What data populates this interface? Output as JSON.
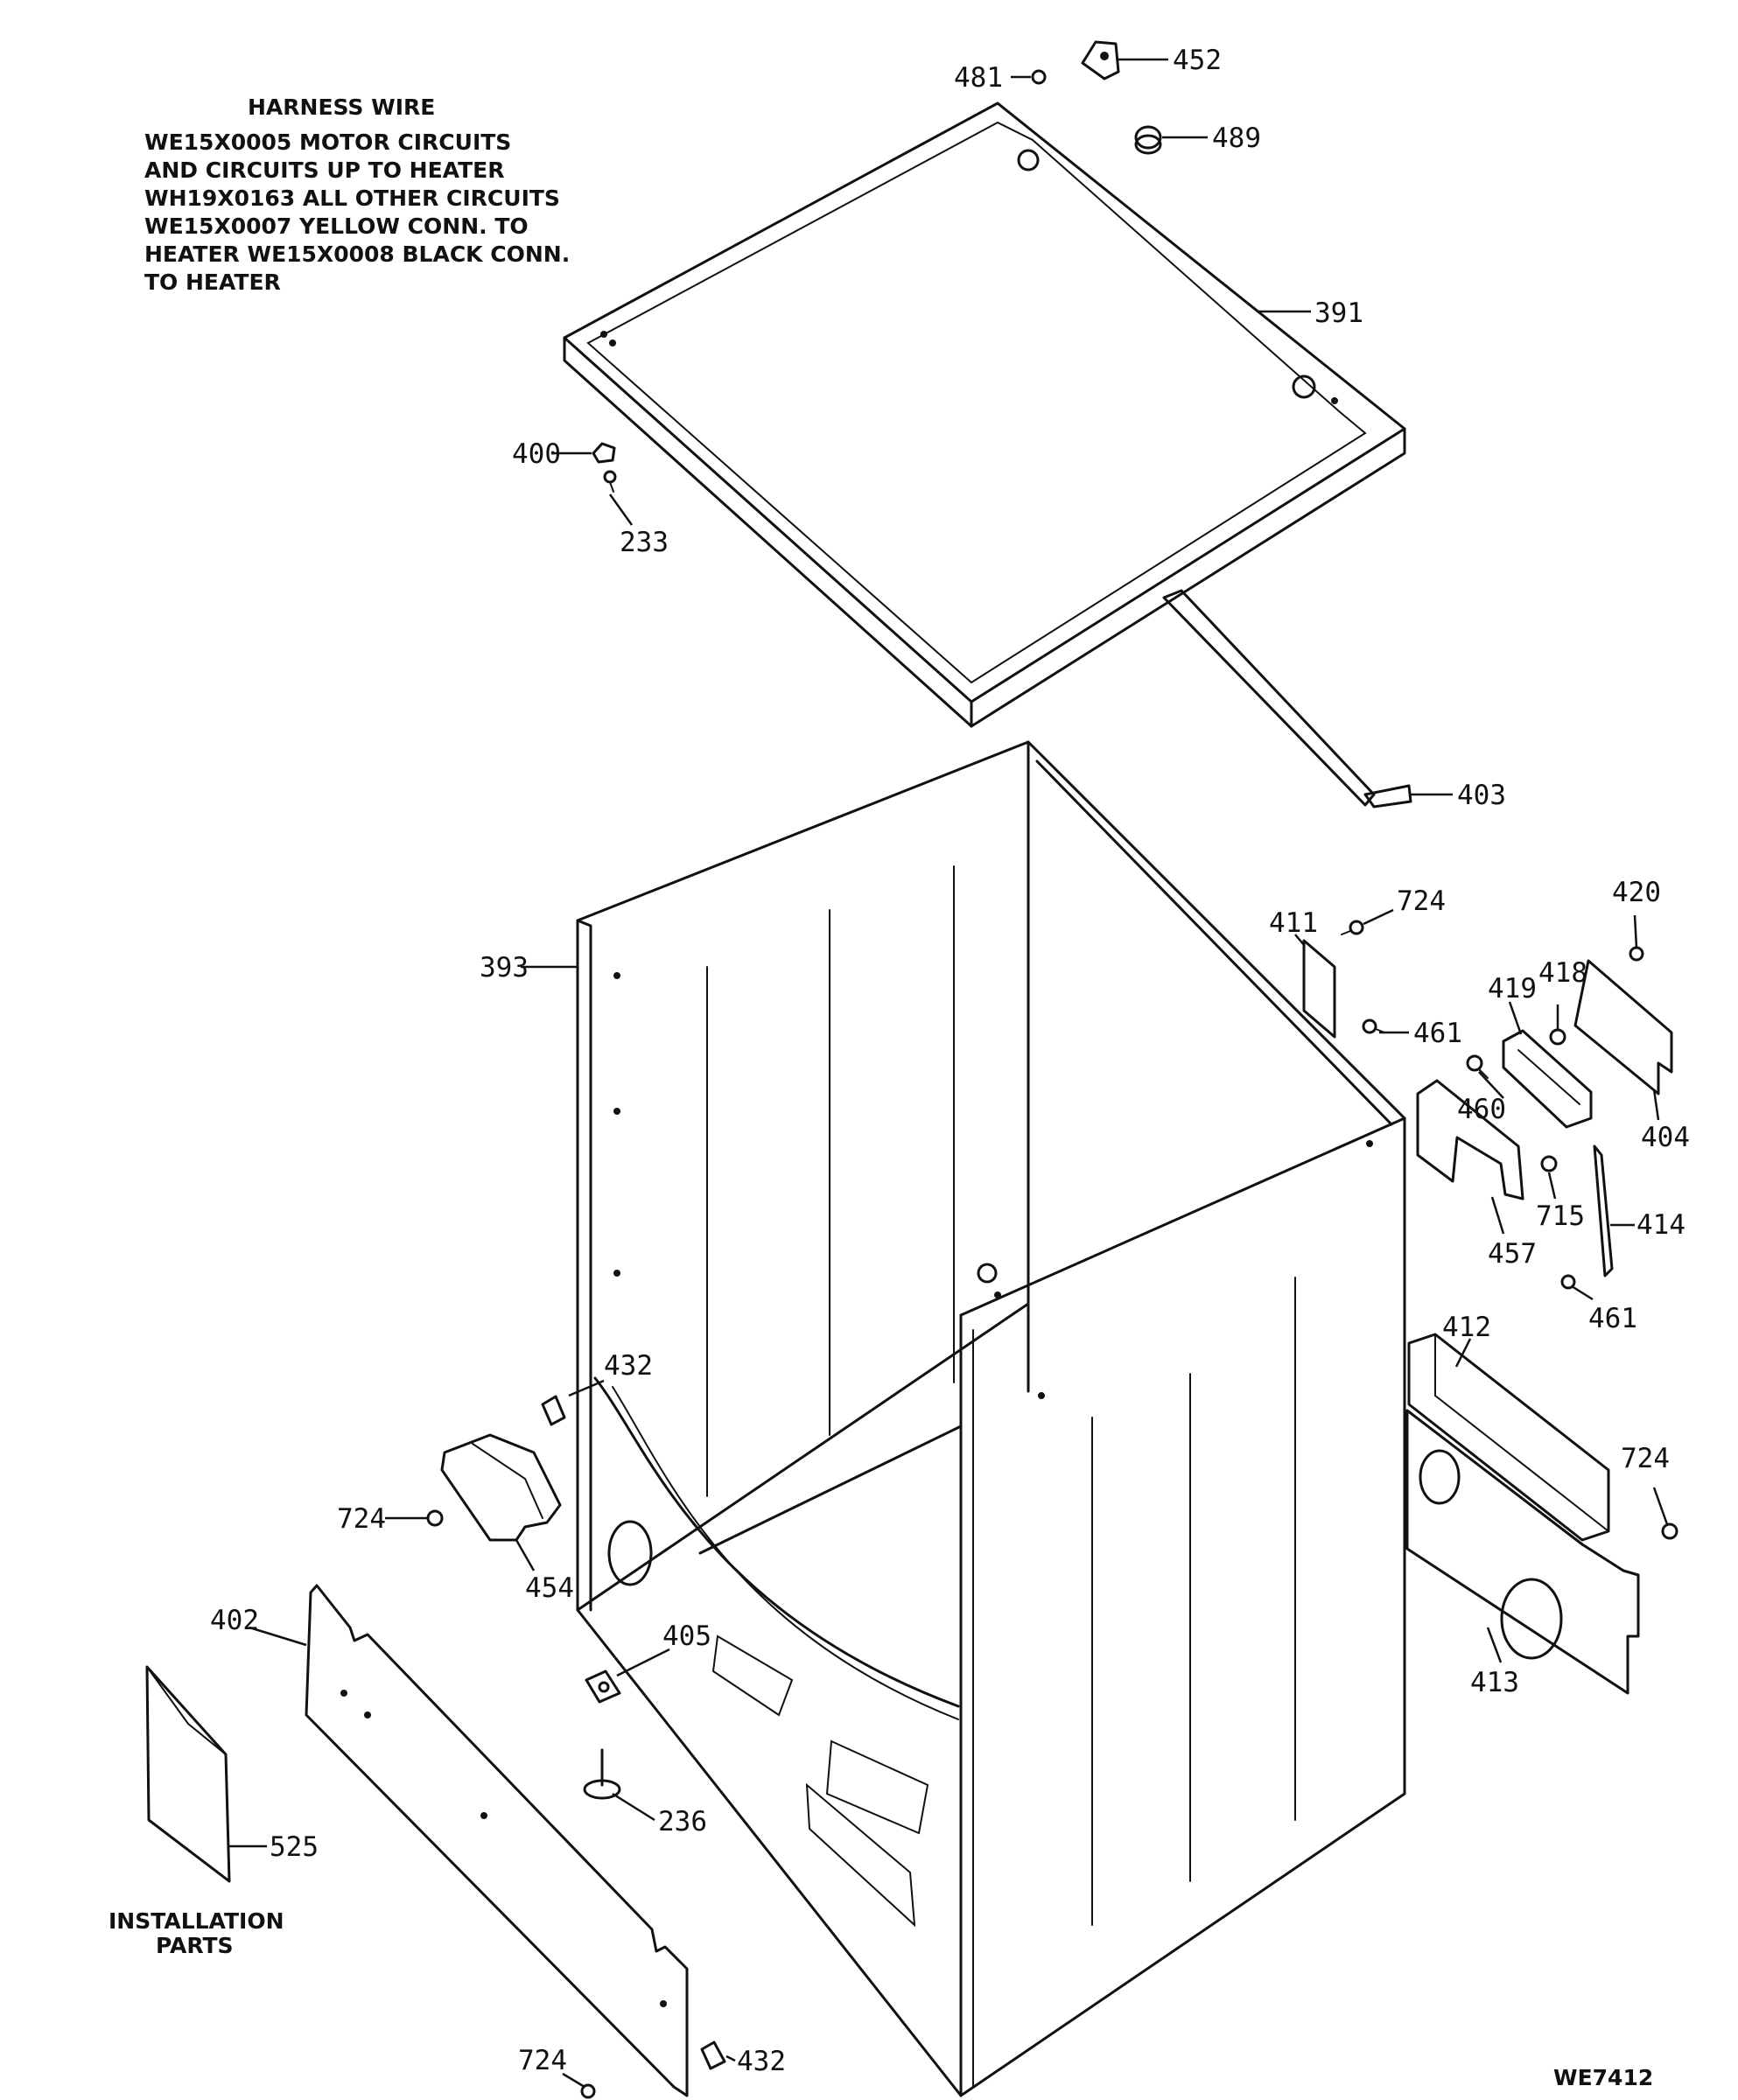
{
  "harness_note": {
    "title": "HARNESS WIRE",
    "lines": [
      "WE15X0005 MOTOR CIRCUITS",
      "AND CIRCUITS UP TO HEATER",
      "WH19X0163 ALL OTHER CIRCUITS",
      "WE15X0007 YELLOW CONN. TO",
      "HEATER WE15X0008 BLACK CONN.",
      "TO HEATER"
    ]
  },
  "installation_label": [
    "INSTALLATION",
    "PARTS"
  ],
  "drawing_number": "WE7412",
  "callouts": {
    "c481": "481",
    "c452": "452",
    "c489": "489",
    "c391": "391",
    "c400": "400",
    "c233": "233",
    "c403": "403",
    "c393": "393",
    "c411": "411",
    "c724a": "724",
    "c420": "420",
    "c419": "419",
    "c418": "418",
    "c461a": "461",
    "c460": "460",
    "c404": "404",
    "c715": "715",
    "c414": "414",
    "c457": "457",
    "c461b": "461",
    "c412": "412",
    "c724b": "724",
    "c432a": "432",
    "c724c": "724",
    "c454": "454",
    "c413": "413",
    "c402": "402",
    "c405": "405",
    "c236": "236",
    "c525": "525",
    "c724d": "724",
    "c432b": "432"
  }
}
